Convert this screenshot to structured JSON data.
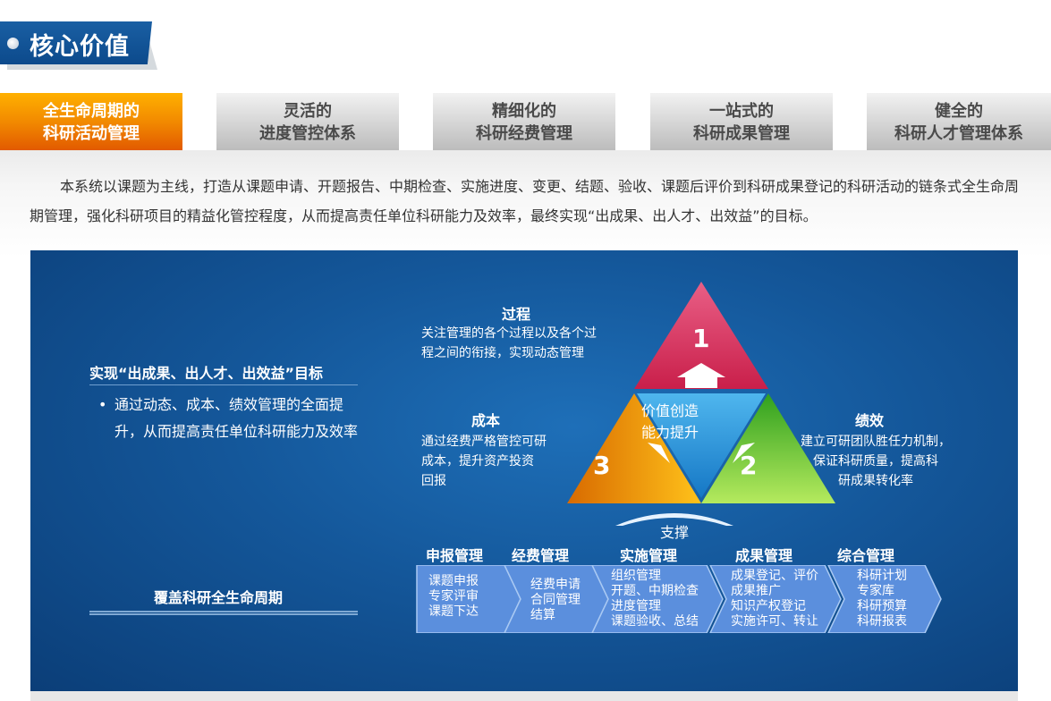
{
  "section": {
    "title": "核心价值"
  },
  "tabs": [
    {
      "line1": "全生命周期的",
      "line2": "科研活动管理",
      "active": true
    },
    {
      "line1": "灵活的",
      "line2": "进度管控体系",
      "active": false
    },
    {
      "line1": "精细化的",
      "line2": "科研经费管理",
      "active": false
    },
    {
      "line1": "一站式的",
      "line2": "科研成果管理",
      "active": false
    },
    {
      "line1": "健全的",
      "line2": "科研人才管理体系",
      "active": false
    }
  ],
  "description": "本系统以课题为主线，打造从课题申请、开题报告、中期检查、实施进度、变更、结题、验收、课题后评价到科研成果登记的科研活动的链条式全生命周期管理，强化科研项目的精益化管控程度，从而提高责任单位科研能力及效率，最终实现“出成果、出人才、出效益”的目标。",
  "diagram": {
    "goal": {
      "title": "实现“出成果、出人才、出效益”目标",
      "bullet": "•",
      "text": "通过动态、成本、绩效管理的全面提升，从而提高责任单位科研能力及效率"
    },
    "cover_label": "覆盖科研全生命周期",
    "process": {
      "title": "过程",
      "line1": "关注管理的各个过程以及各个过",
      "line2": "程之间的衔接，实现动态管理",
      "num": "1"
    },
    "cost": {
      "title": "成本",
      "line1": "通过经费严格管控可研",
      "line2": "成本，提升资产投资",
      "line3": "回报",
      "num": "3"
    },
    "performance": {
      "title": "绩效",
      "line1": "建立可研团队胜任力机制，",
      "line2": "保证科研质量，提高科",
      "line3": "研成果转化率",
      "num": "2"
    },
    "center": {
      "line1": "价值创造",
      "line2": "能力提升"
    },
    "support": "支撑",
    "modules": [
      {
        "title": "申报管理",
        "items": [
          "课题申报",
          "专家评审",
          "课题下达"
        ]
      },
      {
        "title": "经费管理",
        "items": [
          "经费申请",
          "合同管理",
          "结算"
        ]
      },
      {
        "title": "实施管理",
        "items": [
          "组织管理",
          "开题、中期检查",
          "进度管理",
          "课题验收、总结"
        ]
      },
      {
        "title": "成果管理",
        "items": [
          "成果登记、评价",
          "成果推广",
          "知识产权登记",
          "实施许可、转让"
        ]
      },
      {
        "title": "综合管理",
        "items": [
          "科研计划",
          "专家库",
          "科研预算",
          "科研报表"
        ]
      }
    ],
    "colors": {
      "process": "#d9385e",
      "cost": "#f2a500",
      "performance": "#5fc12a",
      "center": "#2a8fd6",
      "module": "#5b8fdd"
    }
  }
}
